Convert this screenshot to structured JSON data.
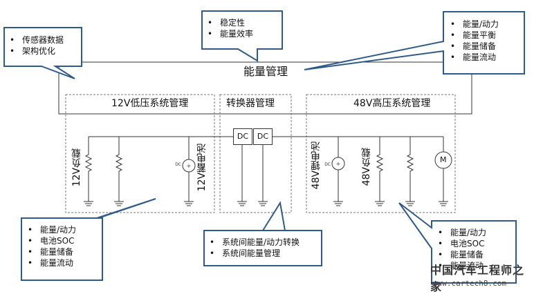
{
  "main_title": "能量管理",
  "sections": {
    "low": {
      "title": "12V低压系统管理",
      "load_label": "12V负载",
      "battery_label": "12V蓄电池"
    },
    "converter": {
      "title": "转换器管理",
      "dc1": "DC",
      "dc2": "DC"
    },
    "high": {
      "title": "48V高压系统管理",
      "battery_label": "48V锂电池",
      "load_label": "48V负载",
      "motor": "M"
    }
  },
  "callouts": {
    "top_left": [
      "传感器数据",
      "架构优化"
    ],
    "top_center": [
      "稳定性",
      "能量效率"
    ],
    "top_right": [
      "能量/动力",
      "能量平衡",
      "能量储备",
      "能量流动"
    ],
    "bottom_left": [
      "能量/动力",
      "电池SOC",
      "能量储备",
      "能量流动"
    ],
    "bottom_center": [
      "系统间能量/动力转换",
      "系统间能量管理"
    ],
    "bottom_right": [
      "能量/动力",
      "电池SOC",
      "能量储备",
      "能量流动"
    ]
  },
  "watermark": {
    "line1": "中国汽车工程师之家",
    "line2": "www.cartech8.com"
  },
  "colors": {
    "callout_border": "#2d5a88",
    "line": "#333333",
    "dashed": "#777777"
  }
}
